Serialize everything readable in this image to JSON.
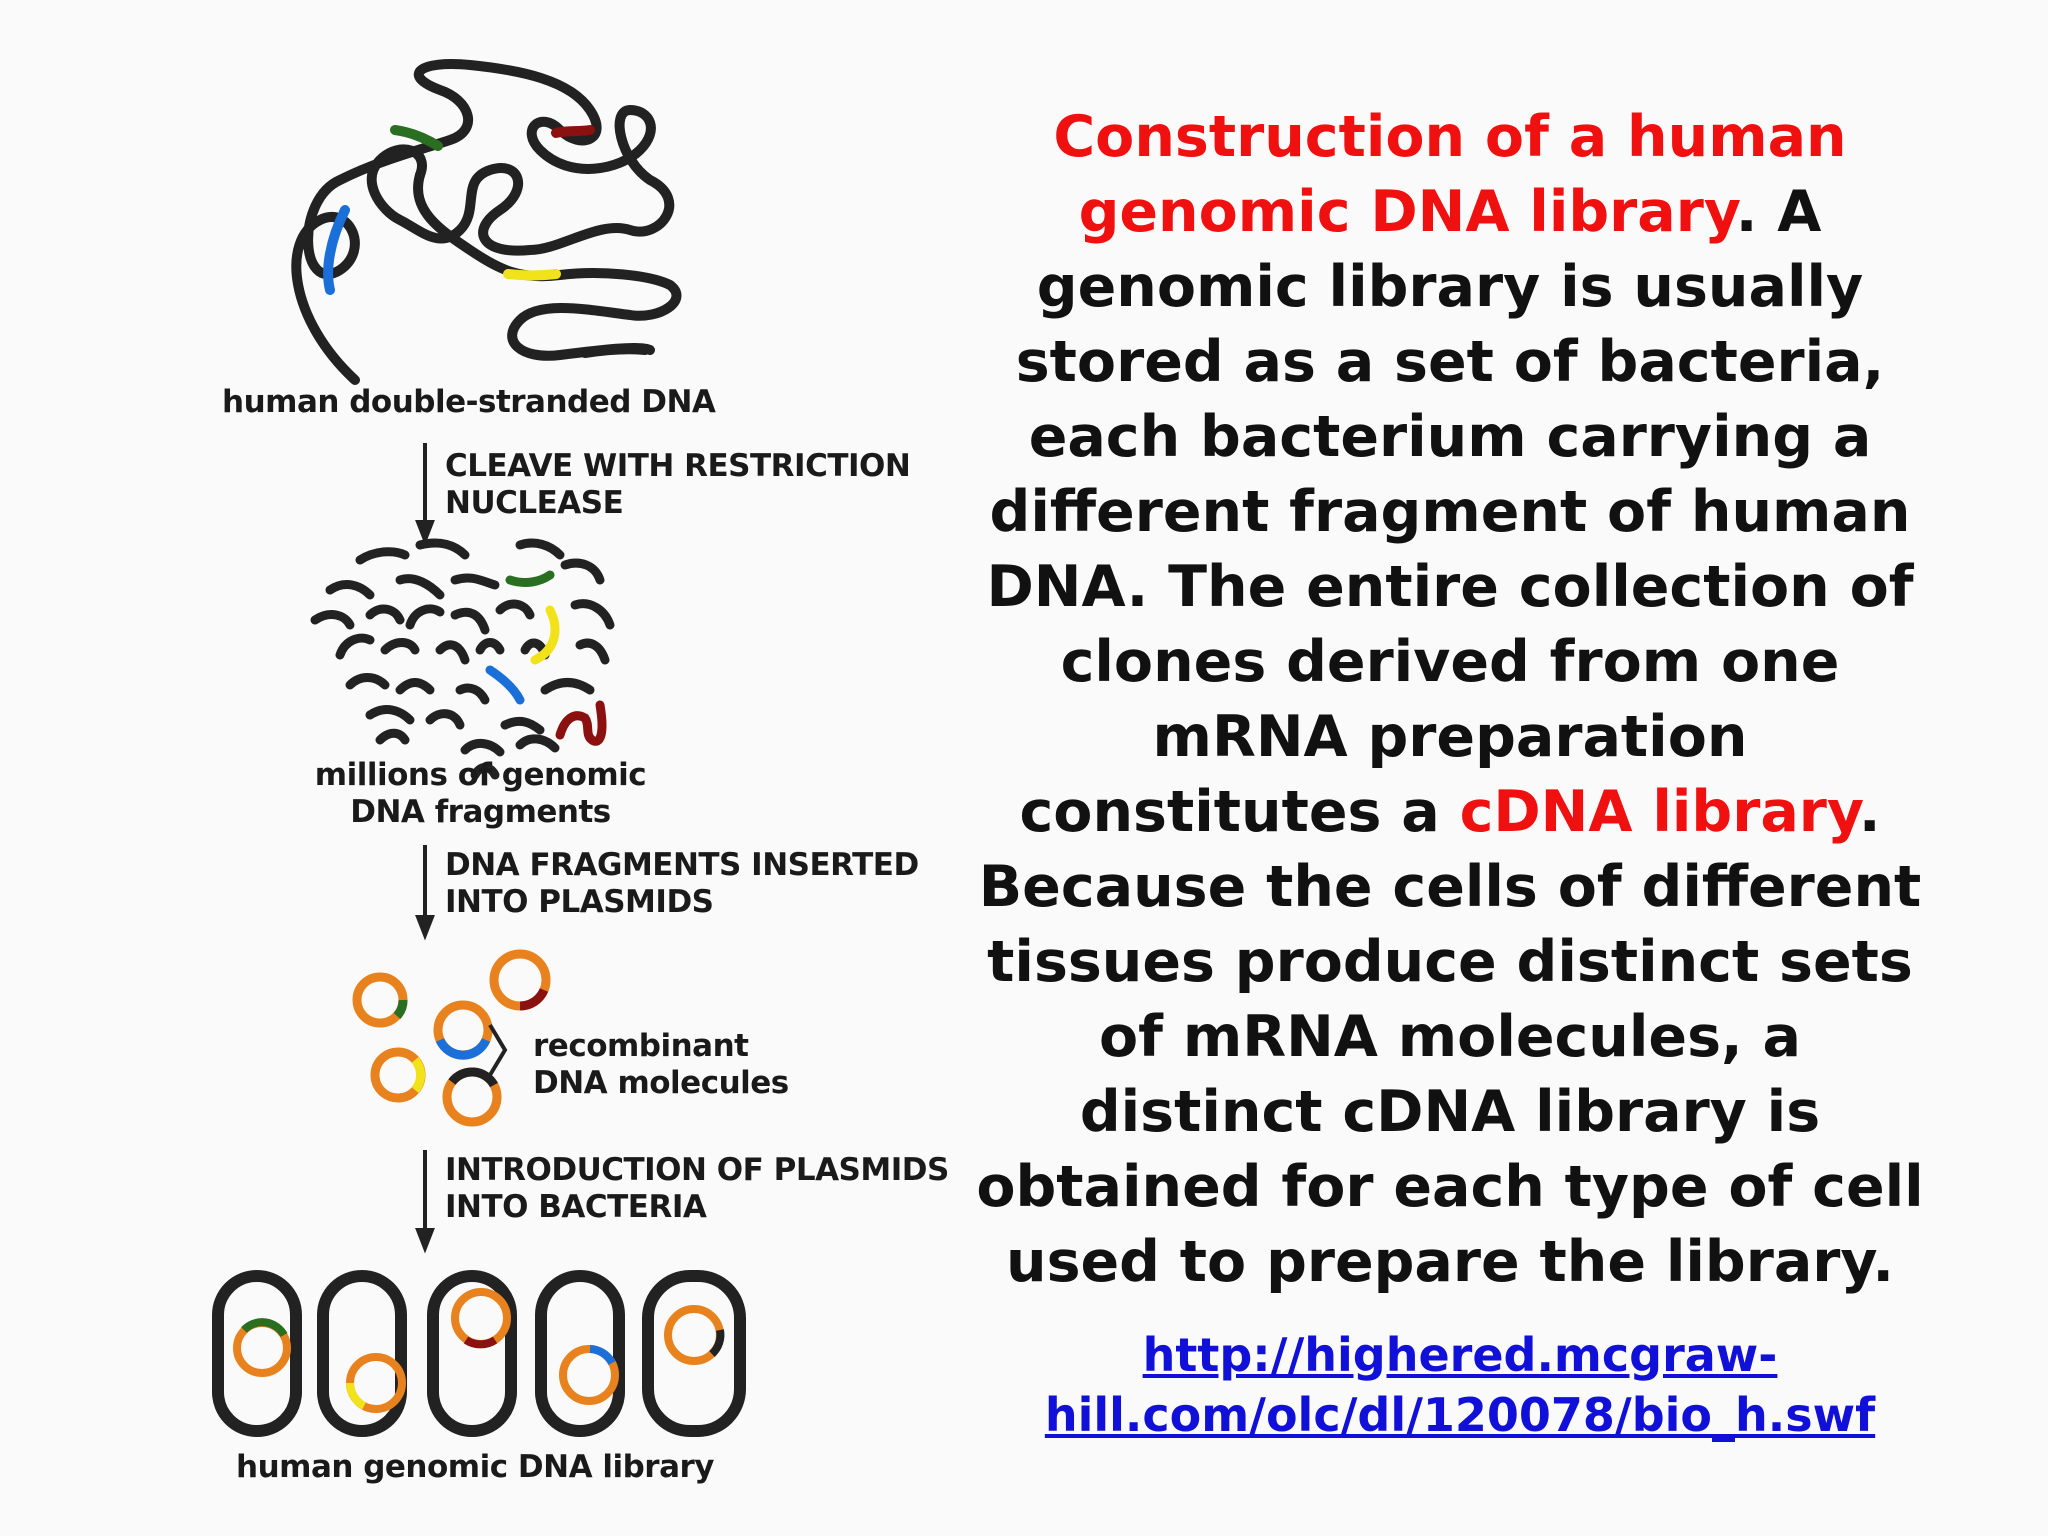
{
  "diagram": {
    "label_dna": "human double-stranded DNA",
    "step1": [
      "CLEAVE WITH RESTRICTION",
      "NUCLEASE"
    ],
    "label_fragments": [
      "millions of genomic",
      "DNA fragments"
    ],
    "step2": [
      "DNA FRAGMENTS INSERTED",
      "INTO PLASMIDS"
    ],
    "label_recombinant": [
      "recombinant",
      "DNA molecules"
    ],
    "step3": [
      "INTRODUCTION OF PLASMIDS",
      "INTO BACTERIA"
    ],
    "label_library": "human genomic DNA library"
  },
  "text": {
    "title": "Construction of a human genomic DNA library",
    "body_1": ". A genomic library is usually stored as a set of bacteria, each bacterium carrying a different  fragment of human DNA. The entire collection of clones derived from one mRNA preparation",
    "body_2": "constitutes a ",
    "cdna": "cDNA library",
    "body_3": ". Because the cells of different tissues produce distinct sets of mRNA molecules, a distinct cDNA library is obtained for each type of cell used to prepare the library."
  },
  "link": {
    "line1": "http://highered.mcgraw-",
    "line2": "hill.com/olc/dl/120078/bio_h.swf"
  },
  "colors": {
    "strand": "#222222",
    "orange": "#e8821e",
    "green": "#2a6e22",
    "red": "#8b1010",
    "blue": "#1a6fd8",
    "yellow": "#f2e21a",
    "title_red": "#f01010",
    "link_blue": "#1010d8"
  }
}
